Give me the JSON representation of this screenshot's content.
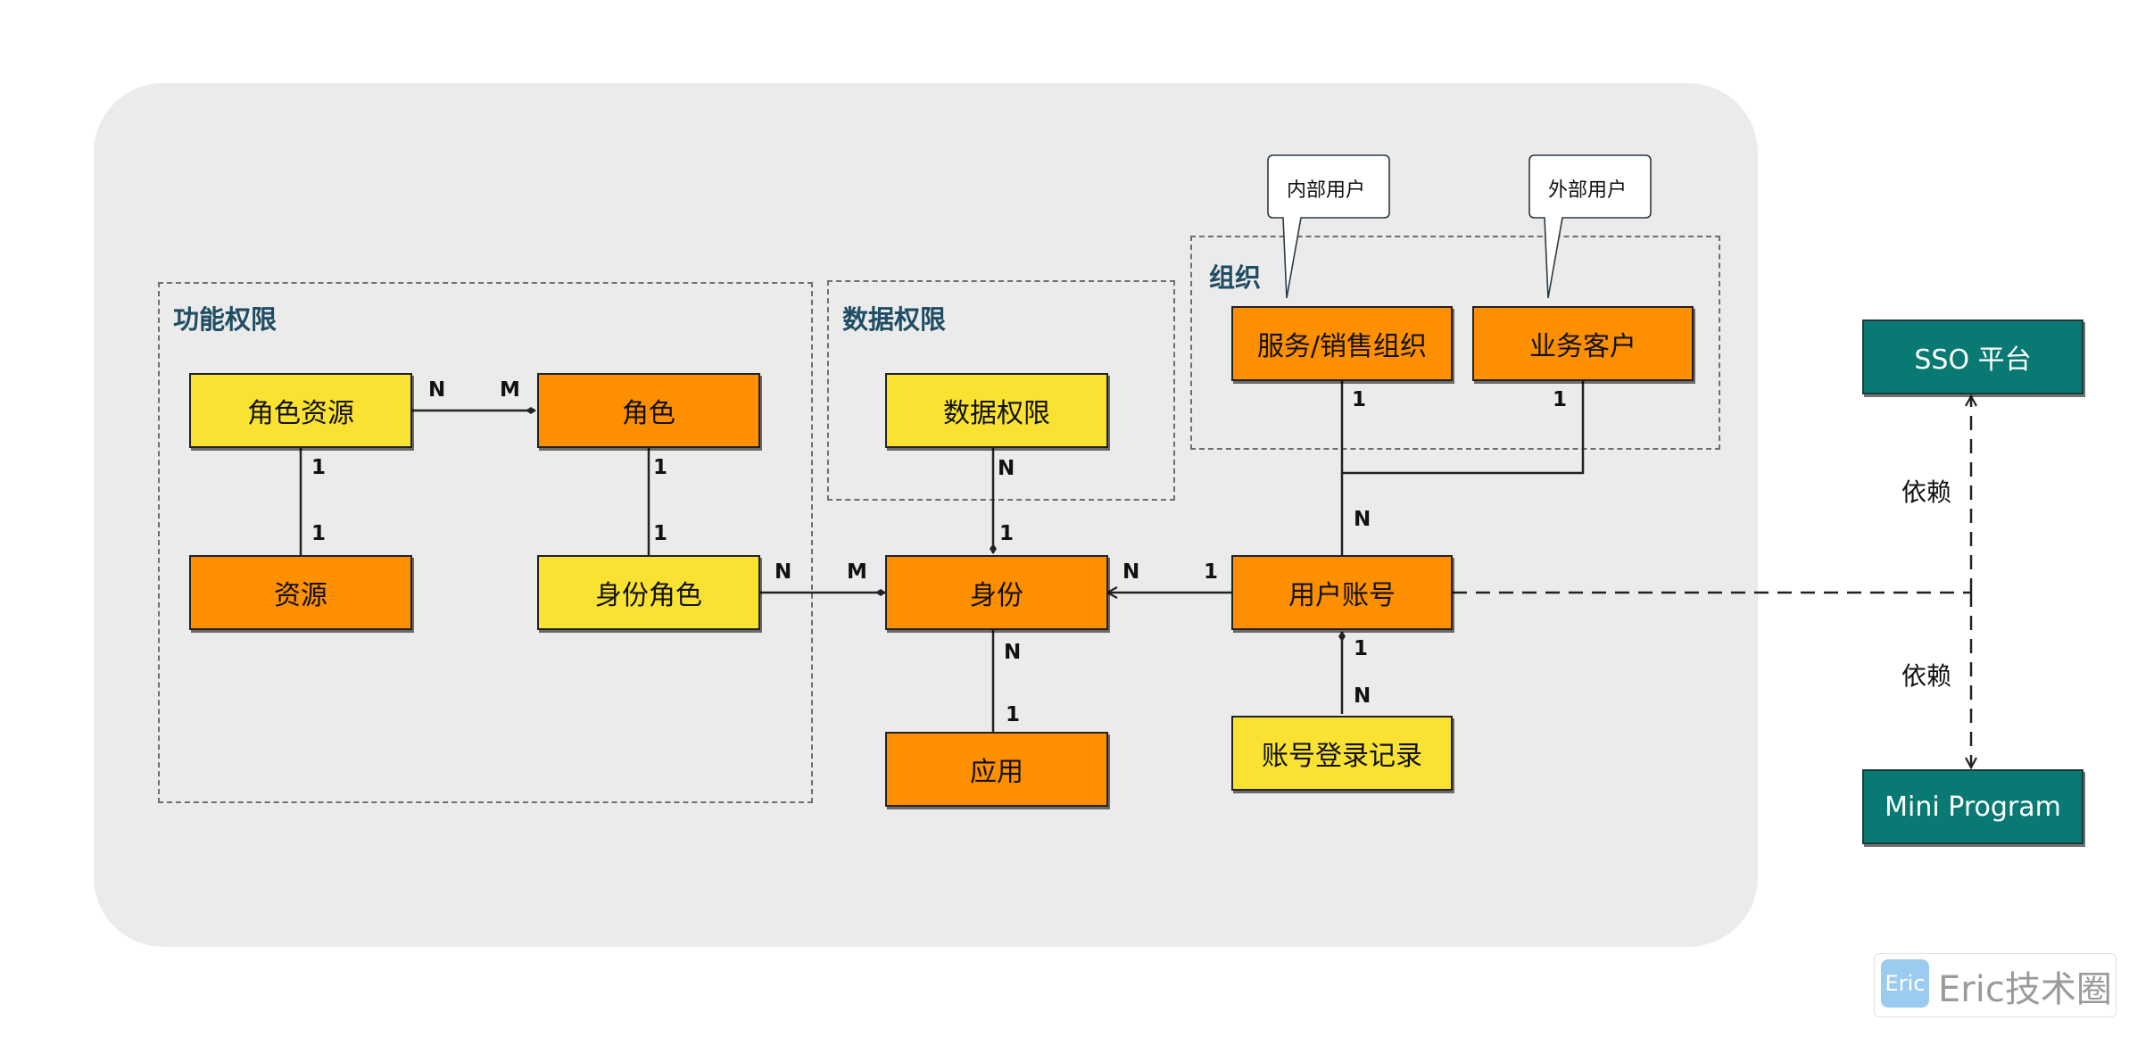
{
  "groups": {
    "functional": "功能权限",
    "data": "数据权限",
    "org": "组织"
  },
  "entities": {
    "role_resource": "角色资源",
    "role": "角色",
    "resource": "资源",
    "identity_role": "身份角色",
    "data_permission": "数据权限",
    "identity": "身份",
    "application": "应用",
    "service_sales_org": "服务/销售组织",
    "business_customer": "业务客户",
    "user_account": "用户账号",
    "account_login_record": "账号登录记录",
    "sso_platform": "SSO 平台",
    "mini_program": "Mini Program"
  },
  "callouts": {
    "internal_users": "内部用户",
    "external_users": "外部用户"
  },
  "cardinality": {
    "role_resource_to_role_n": "N",
    "role_resource_to_role_m": "M",
    "role_resource_to_resource_1a": "1",
    "role_resource_to_resource_1b": "1",
    "role_to_identity_role_1a": "1",
    "role_to_identity_role_1b": "1",
    "identity_role_to_identity_n": "N",
    "identity_role_to_identity_m": "M",
    "data_permission_to_identity_n": "N",
    "data_permission_to_identity_1": "1",
    "identity_to_application_n": "N",
    "identity_to_application_1": "1",
    "user_account_to_identity_n": "N",
    "user_account_to_identity_1": "1",
    "org_to_user_account_1": "1",
    "customer_to_user_account_1": "1",
    "org_merge_to_user_account_n": "N",
    "user_account_to_login_1": "1",
    "user_account_to_login_n": "N"
  },
  "dependencies": {
    "upper": "依赖",
    "lower": "依赖"
  },
  "watermark": {
    "badge": "Eric",
    "text": "Eric技术圈"
  },
  "colors": {
    "yellow_entity": "#fae233",
    "orange_entity": "#fd8f00",
    "teal_entity": "#087a73",
    "panel_background": "#ebebeb",
    "group_title": "#1f4d63"
  }
}
